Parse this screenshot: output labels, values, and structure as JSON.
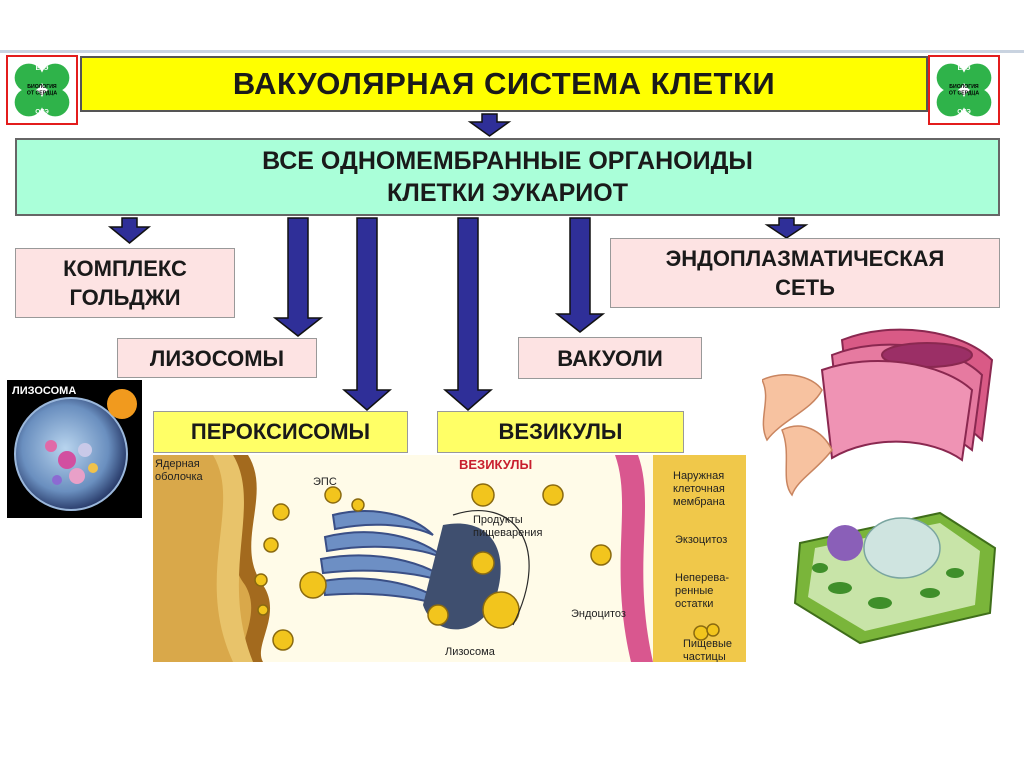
{
  "title": "ВАКУОЛЯРНАЯ СИСТЕМА КЛЕТКИ",
  "all_organoids": {
    "line1": "ВСЕ ОДНОМЕМБРАННЫЕ  ОРГАНОИДЫ",
    "line2": "КЛЕТКИ ЭУКАРИОТ"
  },
  "organoids": {
    "golgi": [
      "КОМПЛЕКС",
      "ГОЛЬДЖИ"
    ],
    "er": [
      "ЭНДОПЛАЗМАТИЧЕСКАЯ",
      "СЕТЬ"
    ],
    "lysosomes": "ЛИЗОСОМЫ",
    "vacuoles": "ВАКУОЛИ",
    "peroxisomes": "ПЕРОКСИСОМЫ",
    "vesicles": "ВЕЗИКУЛЫ"
  },
  "logo": {
    "top": "ЕГЭ",
    "middle1": "БИОЛОГИЯ",
    "middle2": "ОТ СЕРДЦА",
    "bottom": "ОГЭ"
  },
  "lysosome_image_label": "ЛИЗОСОМА",
  "cell_figure": {
    "heading": "ВЕЗИКУЛЫ",
    "nuclear_envelope": [
      "Ядерная",
      "оболочка"
    ],
    "eps": "ЭПС",
    "digestion": [
      "Продукты",
      "пищеварения"
    ],
    "outer_membrane": [
      "Наружная",
      "клеточная",
      "мембрана"
    ],
    "exocytosis": "Экзоцитоз",
    "undigested": [
      "Неперевa-",
      "ренные",
      "остатки"
    ],
    "endocytosis": "Эндоцитоз",
    "lysosome": "Лизосома",
    "food": [
      "Пищевые",
      "частицы"
    ]
  },
  "colors": {
    "title_bg": "#ffff00",
    "header_bg": "#aaffd9",
    "pink_bg": "#fde3e3",
    "yellow_bg": "#ffff66",
    "arrow": "#2f2f98"
  }
}
